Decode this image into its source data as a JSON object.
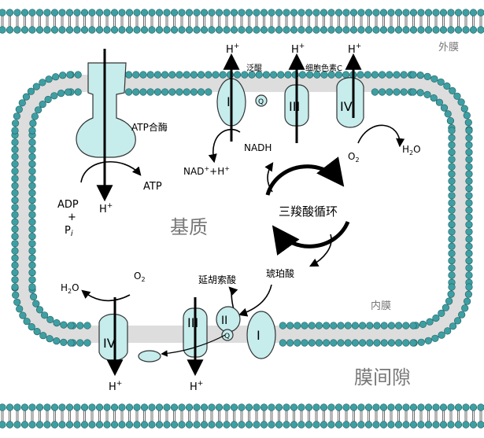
{
  "labels": {
    "outer_membrane": "外膜",
    "inner_membrane": "内膜",
    "matrix": "基质",
    "intermembrane_space": "膜间隙",
    "atp_synthase": "ATP合酶",
    "atp": "ATP",
    "adp": "ADP",
    "plus": "+",
    "pi": "P",
    "pi_sub": "i",
    "h": "H",
    "h_sup": "+",
    "nadh": "NADH",
    "nad": "NAD",
    "nad_tail": "+H",
    "ubiquinone": "泛醌",
    "cytochrome_c": "细胞色素C",
    "h2o_h": "H",
    "h2o_sub": "2",
    "h2o_o": "O",
    "o2_o": "O",
    "o2_sub": "2",
    "tca_cycle": "三羧酸循环",
    "succinate": "琥珀酸",
    "fumarate": "延胡索酸",
    "q": "Q",
    "complex_1": "I",
    "complex_2": "II",
    "complex_3": "III",
    "complex_4": "IV"
  },
  "colors": {
    "membrane_head": "#3e9fa3",
    "protein_fill": "#c6ecec"
  }
}
